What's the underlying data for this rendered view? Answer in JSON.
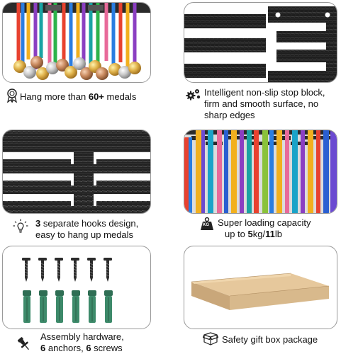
{
  "features": [
    {
      "id": "medals",
      "icon": "medal-icon",
      "text_before": "Hang more than ",
      "bold_1": "60+",
      "text_after": " medals"
    },
    {
      "id": "stop-block",
      "icon": "gears-icon",
      "line1": "Intelligent non-slip stop block,",
      "line2": "firm and smooth surface, no",
      "line3": "sharp edges"
    },
    {
      "id": "hooks",
      "icon": "lightbulb-icon",
      "bold_1": "3",
      "line1_rest": " separate hooks design,",
      "line2": "easy to hang up medals"
    },
    {
      "id": "capacity",
      "icon": "weight-icon",
      "weight_label": "KG",
      "line1": "Super loading capacity",
      "line2_before": "up to ",
      "bold_1": "5",
      "line2_mid": "kg/",
      "bold_2": "11",
      "line2_after": "lb"
    },
    {
      "id": "hardware",
      "icon": "pushpin-icon",
      "line1": "Assembly hardware,",
      "bold_1": "6",
      "line2_mid": " anchors, ",
      "bold_2": "6",
      "line2_after": " screws"
    },
    {
      "id": "gift-box",
      "icon": "box-icon",
      "line1": "Safety gift box package"
    }
  ],
  "colors": {
    "border": "#9a9a9a",
    "metal_dark": "#2b2b2b",
    "anchor_green": "#3d8a6a",
    "box_kraft": "#d8b98c"
  }
}
